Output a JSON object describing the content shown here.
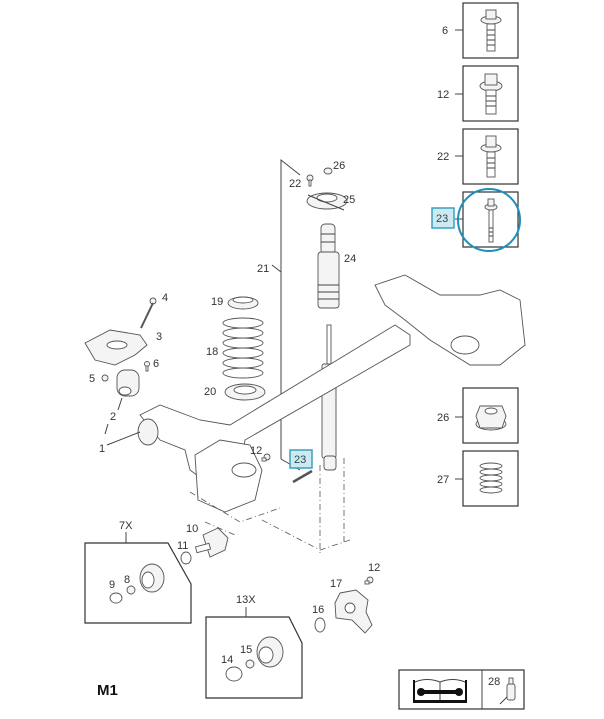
{
  "diagram": {
    "title": "M1",
    "highlight_color": "#1e8fb8",
    "highlighted_part": "23",
    "side_boxes": [
      {
        "label": "6",
        "icon": "bolt-icon"
      },
      {
        "label": "12",
        "icon": "bolt-icon"
      },
      {
        "label": "22",
        "icon": "bolt-icon"
      },
      {
        "label": "23",
        "icon": "long-bolt-icon",
        "highlighted": true
      },
      {
        "label": "26",
        "icon": "flange-nut-icon"
      },
      {
        "label": "27",
        "icon": "spring-icon"
      }
    ],
    "callouts": {
      "c1": "1",
      "c2": "2",
      "c3": "3",
      "c4": "4",
      "c5": "5",
      "c6": "6",
      "c7x": "7X",
      "c8": "8",
      "c9": "9",
      "c10": "10",
      "c11": "11",
      "c12a": "12",
      "c12b": "12",
      "c13x": "13X",
      "c14": "14",
      "c15": "15",
      "c16": "16",
      "c17": "17",
      "c18": "18",
      "c19": "19",
      "c20": "20",
      "c21": "21",
      "c22": "22",
      "c23": "23",
      "c24": "24",
      "c25": "25",
      "c26": "26",
      "c28": "28"
    },
    "footer": {
      "manual_icon": "manual-wrench-icon",
      "adhesive_label": "28",
      "adhesive_icon": "adhesive-bottle-icon"
    }
  }
}
